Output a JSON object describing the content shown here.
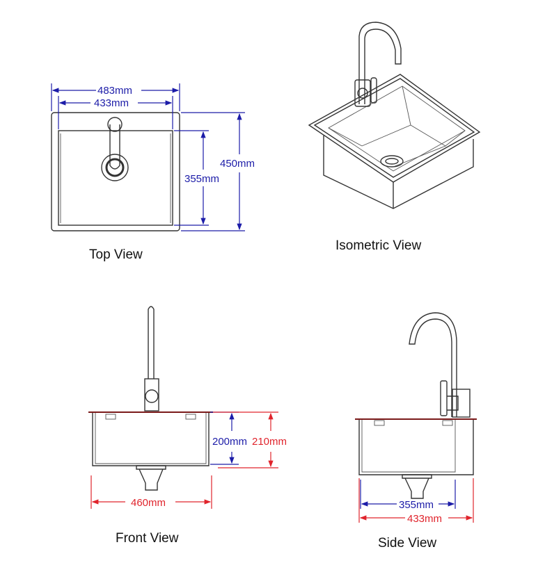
{
  "views": {
    "top": {
      "label": "Top View",
      "dims": {
        "outer_width": "483mm",
        "inner_width": "433mm",
        "outer_depth": "450mm",
        "inner_depth": "355mm"
      }
    },
    "isometric": {
      "label": "Isometric View"
    },
    "front": {
      "label": "Front View",
      "dims": {
        "bowl_depth": "200mm",
        "total_depth": "210mm",
        "width": "460mm"
      }
    },
    "side": {
      "label": "Side View",
      "dims": {
        "inner_width": "355mm",
        "outer_width": "433mm"
      }
    }
  },
  "colors": {
    "dimension_blue": "#1c1ca8",
    "dimension_red": "#e0242c"
  }
}
